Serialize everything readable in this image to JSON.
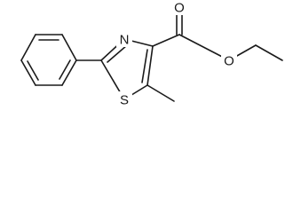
{
  "molecule": {
    "atoms": {
      "nitrogen": "N",
      "sulfur": "S",
      "carbonyl_oxygen": "O",
      "ester_oxygen": "O"
    },
    "colors": {
      "bond": "#1a1a1a",
      "label": "#1a1a1a",
      "background": "#ffffff"
    }
  }
}
